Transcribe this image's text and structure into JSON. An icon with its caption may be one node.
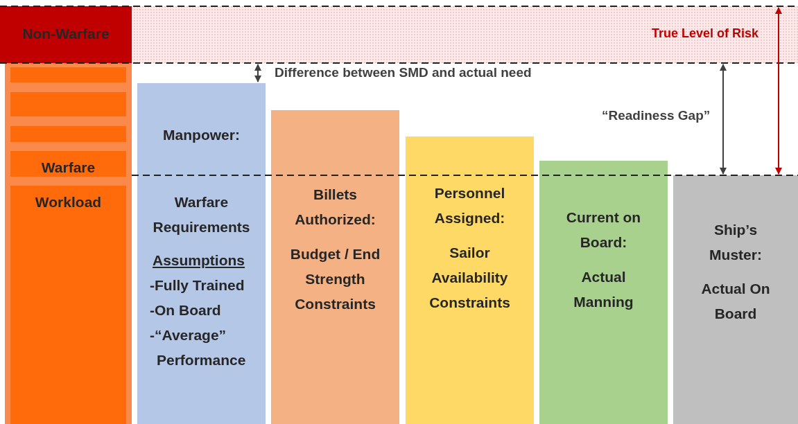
{
  "diagram": {
    "nodes": [
      {
        "text": [
          "Non-Warfare"
        ]
      },
      {
        "text": [
          "Warfare Workload"
        ]
      },
      {
        "text": [
          "Manpower:",
          "Warfare Requirements",
          "Assumptions",
          "-Fully Trained",
          "-On Board",
          "-“Average” Performance"
        ]
      },
      {
        "text": [
          "Billets Authorized:",
          "Budget / End Strength Constraints"
        ]
      },
      {
        "text": [
          "Personnel Assigned:",
          "Sailor Availability Constraints"
        ]
      },
      {
        "text": [
          "Current on Board:",
          "Actual Manning"
        ]
      },
      {
        "text": [
          "Ship’s Muster:",
          "Actual On Board"
        ]
      }
    ],
    "edges": [],
    "labels": [
      "True Level of Risk",
      "Difference between SMD and actual need",
      "“Readiness Gap”"
    ]
  }
}
